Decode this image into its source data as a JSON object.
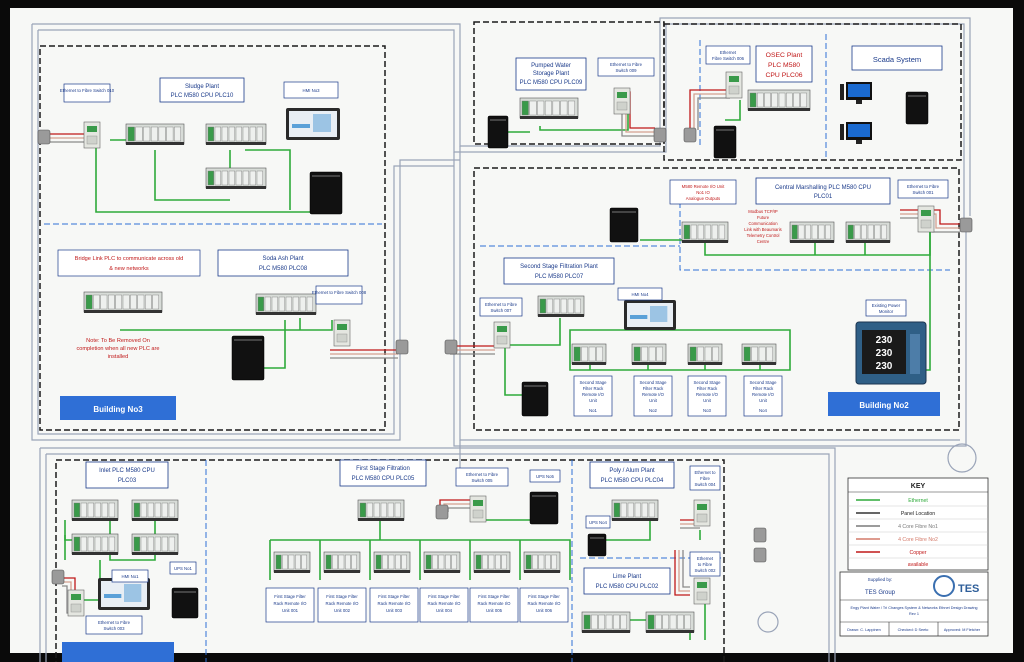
{
  "diagram": {
    "buildings": {
      "no3": "Building No3",
      "no2": "Building No2"
    },
    "sludge": {
      "title1": "Sludge Plant",
      "title2": "PLC M580 CPU PLC10",
      "e2f": "Ethernet to Fibre Switch 010",
      "hmi": "HMI No3"
    },
    "soda": {
      "title1": "Soda Ash Plant",
      "title2": "PLC M580 PLC08",
      "e2f": "Ethernet to Fibre Switch 008"
    },
    "bridge": {
      "note1": "Bridge Link PLC to communicate across old",
      "note2": "& new networks",
      "rem1": "Note: To Be Removed On",
      "rem2": "completion when all new PLC are",
      "rem3": "installed"
    },
    "pumped": {
      "t1": "Pumped Water",
      "t2": "Storage Plant",
      "t3": "PLC M580 CPU PLC09",
      "e2f1": "Ethernet to Fibre",
      "e2f2": "Switch 009"
    },
    "osec": {
      "t1": "OSEC Plant",
      "t2": "PLC M580",
      "t3": "CPU PLC06",
      "e2f1": "Ethernet",
      "e2f2": "Fibre Switch 006"
    },
    "scada": {
      "title": "Scada System"
    },
    "central": {
      "t1": "Central Marshalling PLC M580 CPU",
      "t2": "PLC01",
      "rtu1": "M580 Remote I/O Unit",
      "rtu2": "No1 IO",
      "rtu3": "Analogue Outputs",
      "mod1": "Modbus TCP/IP",
      "mod2": "Future",
      "mod3": "Communication",
      "mod4": "Link with Beaumaris",
      "mod5": "Telemetry Control",
      "mod6": "Centre",
      "e2f1": "Ethernet to Fibre",
      "e2f2": "Switch 001"
    },
    "second": {
      "t1": "Second Stage Filtration Plant",
      "t2": "PLC M580 PLC07",
      "e2f1": "Ethernet to Fibre",
      "e2f2": "Switch 007",
      "hmi": "HMI No4",
      "rio_label": "Second Stage Filter Rack Remote I/O Unit",
      "rios": [
        "No1",
        "No2",
        "No3",
        "No4"
      ]
    },
    "power": {
      "t1": "Existing Power",
      "t2": "Monitor",
      "r1": "230",
      "r2": "230",
      "r3": "230"
    },
    "inlet": {
      "t1": "Inlet PLC M580 CPU",
      "t2": "PLC03",
      "hmi": "HMI No1",
      "ups": "UPS No1",
      "e2f1": "Ethernet to Fibre",
      "e2f2": "Switch 003"
    },
    "first": {
      "t1": "First Stage Filtration",
      "t2": "PLC M580 CPU PLC05",
      "e2f1": "Ethernet to Fibre",
      "e2f2": "Switch 005",
      "hmi": "UPS No5",
      "rios": [
        "First Stage Filter Rack Remote I/O Unit 001",
        "First Stage Filter Rack Remote I/O Unit 002",
        "First Stage Filter Rack Remote I/O Unit 003",
        "First Stage Filter Rack Remote I/O Unit 004",
        "First Stage Filter Rack Remote I/O Unit 005",
        "First Stage Filter Rack Remote I/O Unit 006"
      ]
    },
    "poly": {
      "t1": "Poly / Alum Plant",
      "t2": "PLC M580 CPU PLC04",
      "e2f1": "Ethernet to",
      "e2f2": "Fibre",
      "e2f3": "Switch 004",
      "ups": "UPS No4"
    },
    "lime": {
      "t1": "Lime Plant",
      "t2": "PLC M580 CPU PLC02",
      "e2f1": "Ethernet",
      "e2f2": "to Fibre",
      "e2f3": "Switch 002"
    }
  },
  "key": {
    "title": "KEY",
    "items": [
      {
        "label": "Ethernet",
        "color": "#2eaa3a"
      },
      {
        "label": "Panel Location",
        "color": "#333333"
      },
      {
        "label": "4 Core Fibre No1",
        "color": "#7a7a7a"
      },
      {
        "label": "4 Core Fibre No2",
        "color": "#d47a6a"
      },
      {
        "label": "Copper",
        "color": "#c01818"
      }
    ],
    "copper2": "available"
  },
  "titleblock": {
    "supplied": "Supplied by:",
    "company": "TES Group",
    "logo": "TES",
    "desc1": "Engy Plant Water / Tri Changes System & Networks Ethnet Design Drawing",
    "desc2": "Rev 1",
    "f1": "Drawn: C. Lappinen",
    "f2": "Checked: D Seeto",
    "f3": "Approved: M Fletcher"
  },
  "colors": {
    "ethernet": "#2eaa3a",
    "fibre": "#8a8a8a",
    "copper": "#c01818",
    "fibre2": "#d4a090",
    "box": "#1a3a8a",
    "building_label": "#2f6fd6"
  }
}
